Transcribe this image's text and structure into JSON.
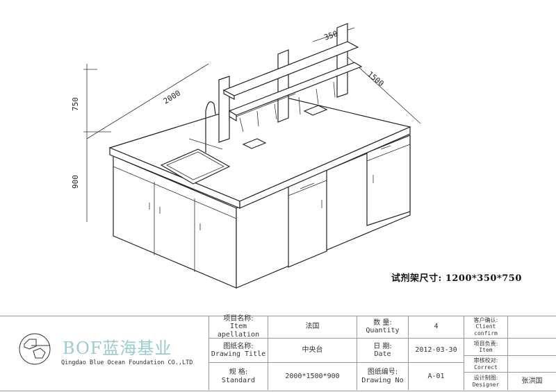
{
  "dimensions": {
    "length": "2000",
    "depth": "1500",
    "shelf_depth": "350",
    "shelf_height": "750",
    "bench_height": "900"
  },
  "spec_note": "试剂架尺寸: 1200*350*750",
  "company": {
    "brand": "BOF蓝海基业",
    "name": "Qingdao Blue Ocean Foundation CO.,LTD"
  },
  "title_block": {
    "item_label_cn": "项目名称:",
    "item_label_en": "Item apellation",
    "item_value": "法国",
    "title_label_cn": "图纸名称:",
    "title_label_en": "Drawing Title",
    "title_value": "中央台",
    "standard_label_cn": "规  格:",
    "standard_label_en": "Standard",
    "standard_value": "2000*1500*900",
    "quantity_label_cn": "数  量:",
    "quantity_label_en": "Quantity",
    "quantity_value": "4",
    "date_label_cn": "日  期:",
    "date_label_en": "Date",
    "date_value": "2012-03-30",
    "drawing_no_label_cn": "图纸编号:",
    "drawing_no_label_en": "Drawing No",
    "drawing_no_value": "A-01",
    "client_label_cn": "客户确认:",
    "client_label_en": "Client confirm",
    "client_value": "",
    "lead_label_cn": "项目负责:",
    "lead_label_en": "Item",
    "lead_value": "",
    "correct_label_cn": "审核校对:",
    "correct_label_en": "Correct",
    "correct_value": "",
    "designer_label_cn": "设计制图:",
    "designer_label_en": "Designer",
    "designer_value": "张洪国"
  }
}
